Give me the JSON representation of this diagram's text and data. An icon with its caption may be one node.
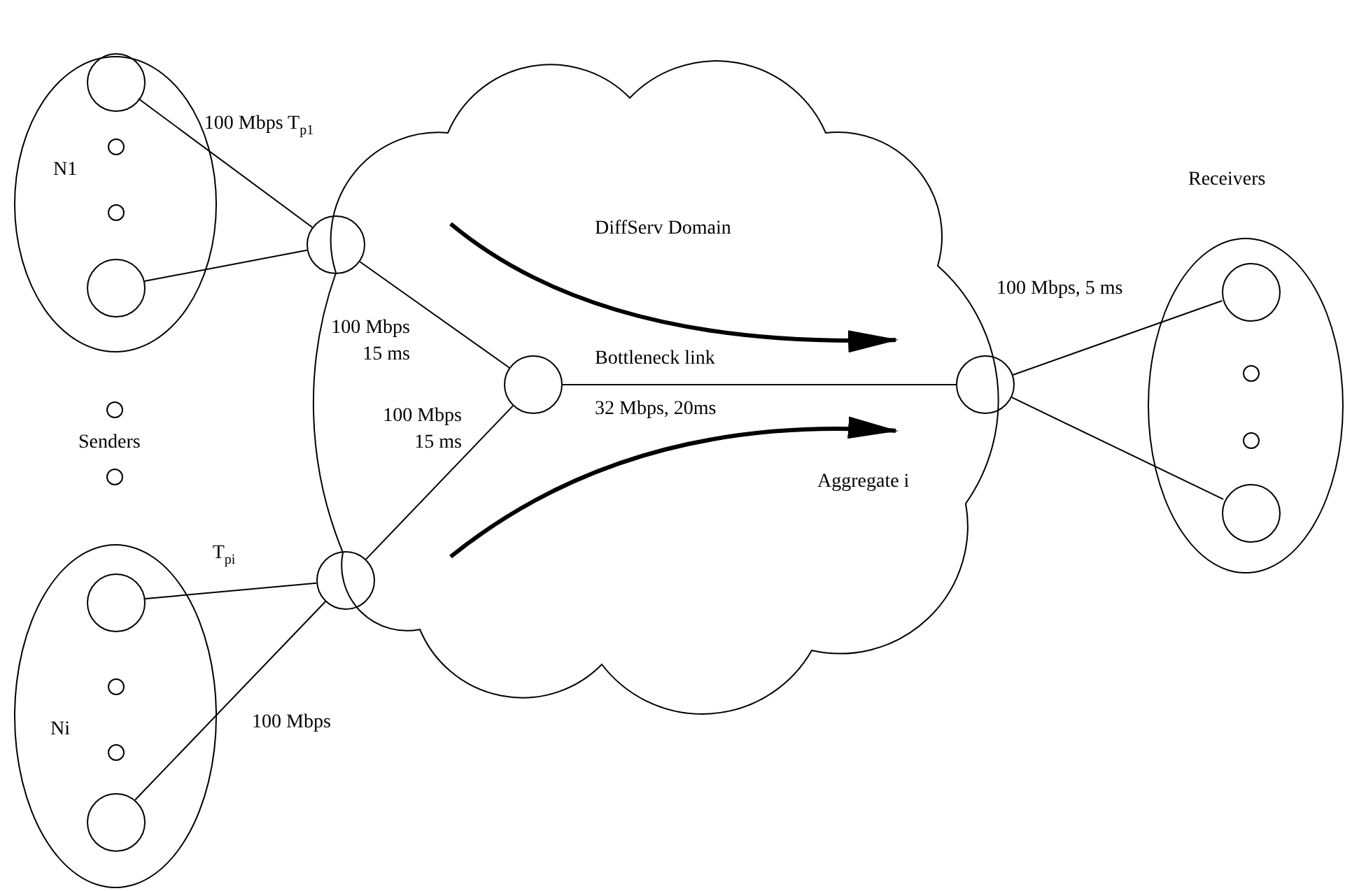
{
  "diagram": {
    "nodes": [
      {
        "text": [
          "N1"
        ]
      },
      {
        "text": [],
        "shape": "circle",
        "in": 0
      },
      {
        "text": [],
        "shape": "circle",
        "in": 0
      },
      {
        "text": [],
        "shape": "circle",
        "in": 0
      },
      {
        "text": [],
        "shape": "circle",
        "in": 0
      },
      {
        "text": [],
        "shape": "circle"
      },
      {
        "text": [],
        "shape": "circle"
      },
      {
        "text": [
          "Ni"
        ]
      },
      {
        "text": [],
        "shape": "circle",
        "in": 7
      },
      {
        "text": [],
        "shape": "circle",
        "in": 7
      },
      {
        "text": [],
        "shape": "circle",
        "in": 7
      },
      {
        "text": [],
        "shape": "circle",
        "in": 7
      },
      {
        "text": [],
        "shape": "circle"
      },
      {
        "text": [],
        "shape": "circle"
      },
      {
        "text": [],
        "shape": "circle"
      },
      {
        "text": [],
        "shape": "circle"
      },
      {
        "text": [
          "Receivers"
        ]
      },
      {
        "text": [],
        "shape": "circle",
        "in": 16
      },
      {
        "text": [],
        "shape": "circle",
        "in": 16
      },
      {
        "text": [],
        "shape": "circle",
        "in": 16
      },
      {
        "text": [],
        "shape": "circle",
        "in": 16
      }
    ],
    "edges": [
      {
        "from": 1,
        "to": 12,
        "arrow": "none",
        "label": "100 Mbps T$_{p1}$"
      },
      {
        "from": 4,
        "to": 12,
        "arrow": "none"
      },
      {
        "from": 12,
        "to": 13,
        "arrow": "none",
        "label": "100 Mbps 15 ms"
      },
      {
        "from": 14,
        "to": 13,
        "arrow": "none",
        "label": "100 Mbps 15 ms"
      },
      {
        "from": 8,
        "to": 14,
        "arrow": "none",
        "label": "T$_{pi}$"
      },
      {
        "from": 11,
        "to": 14,
        "arrow": "none",
        "label": "100 Mbps"
      },
      {
        "from": 13,
        "to": 15,
        "arrow": "none",
        "label": "Bottleneck link"
      },
      {
        "from": 15,
        "to": 17,
        "arrow": "none",
        "label": "100 Mbps, 5 ms"
      },
      {
        "from": 15,
        "to": 20,
        "arrow": "none"
      }
    ],
    "labels": [
      "DiffServ Domain",
      "32 Mbps, 20ms",
      "Senders",
      "Aggregate i"
    ]
  }
}
